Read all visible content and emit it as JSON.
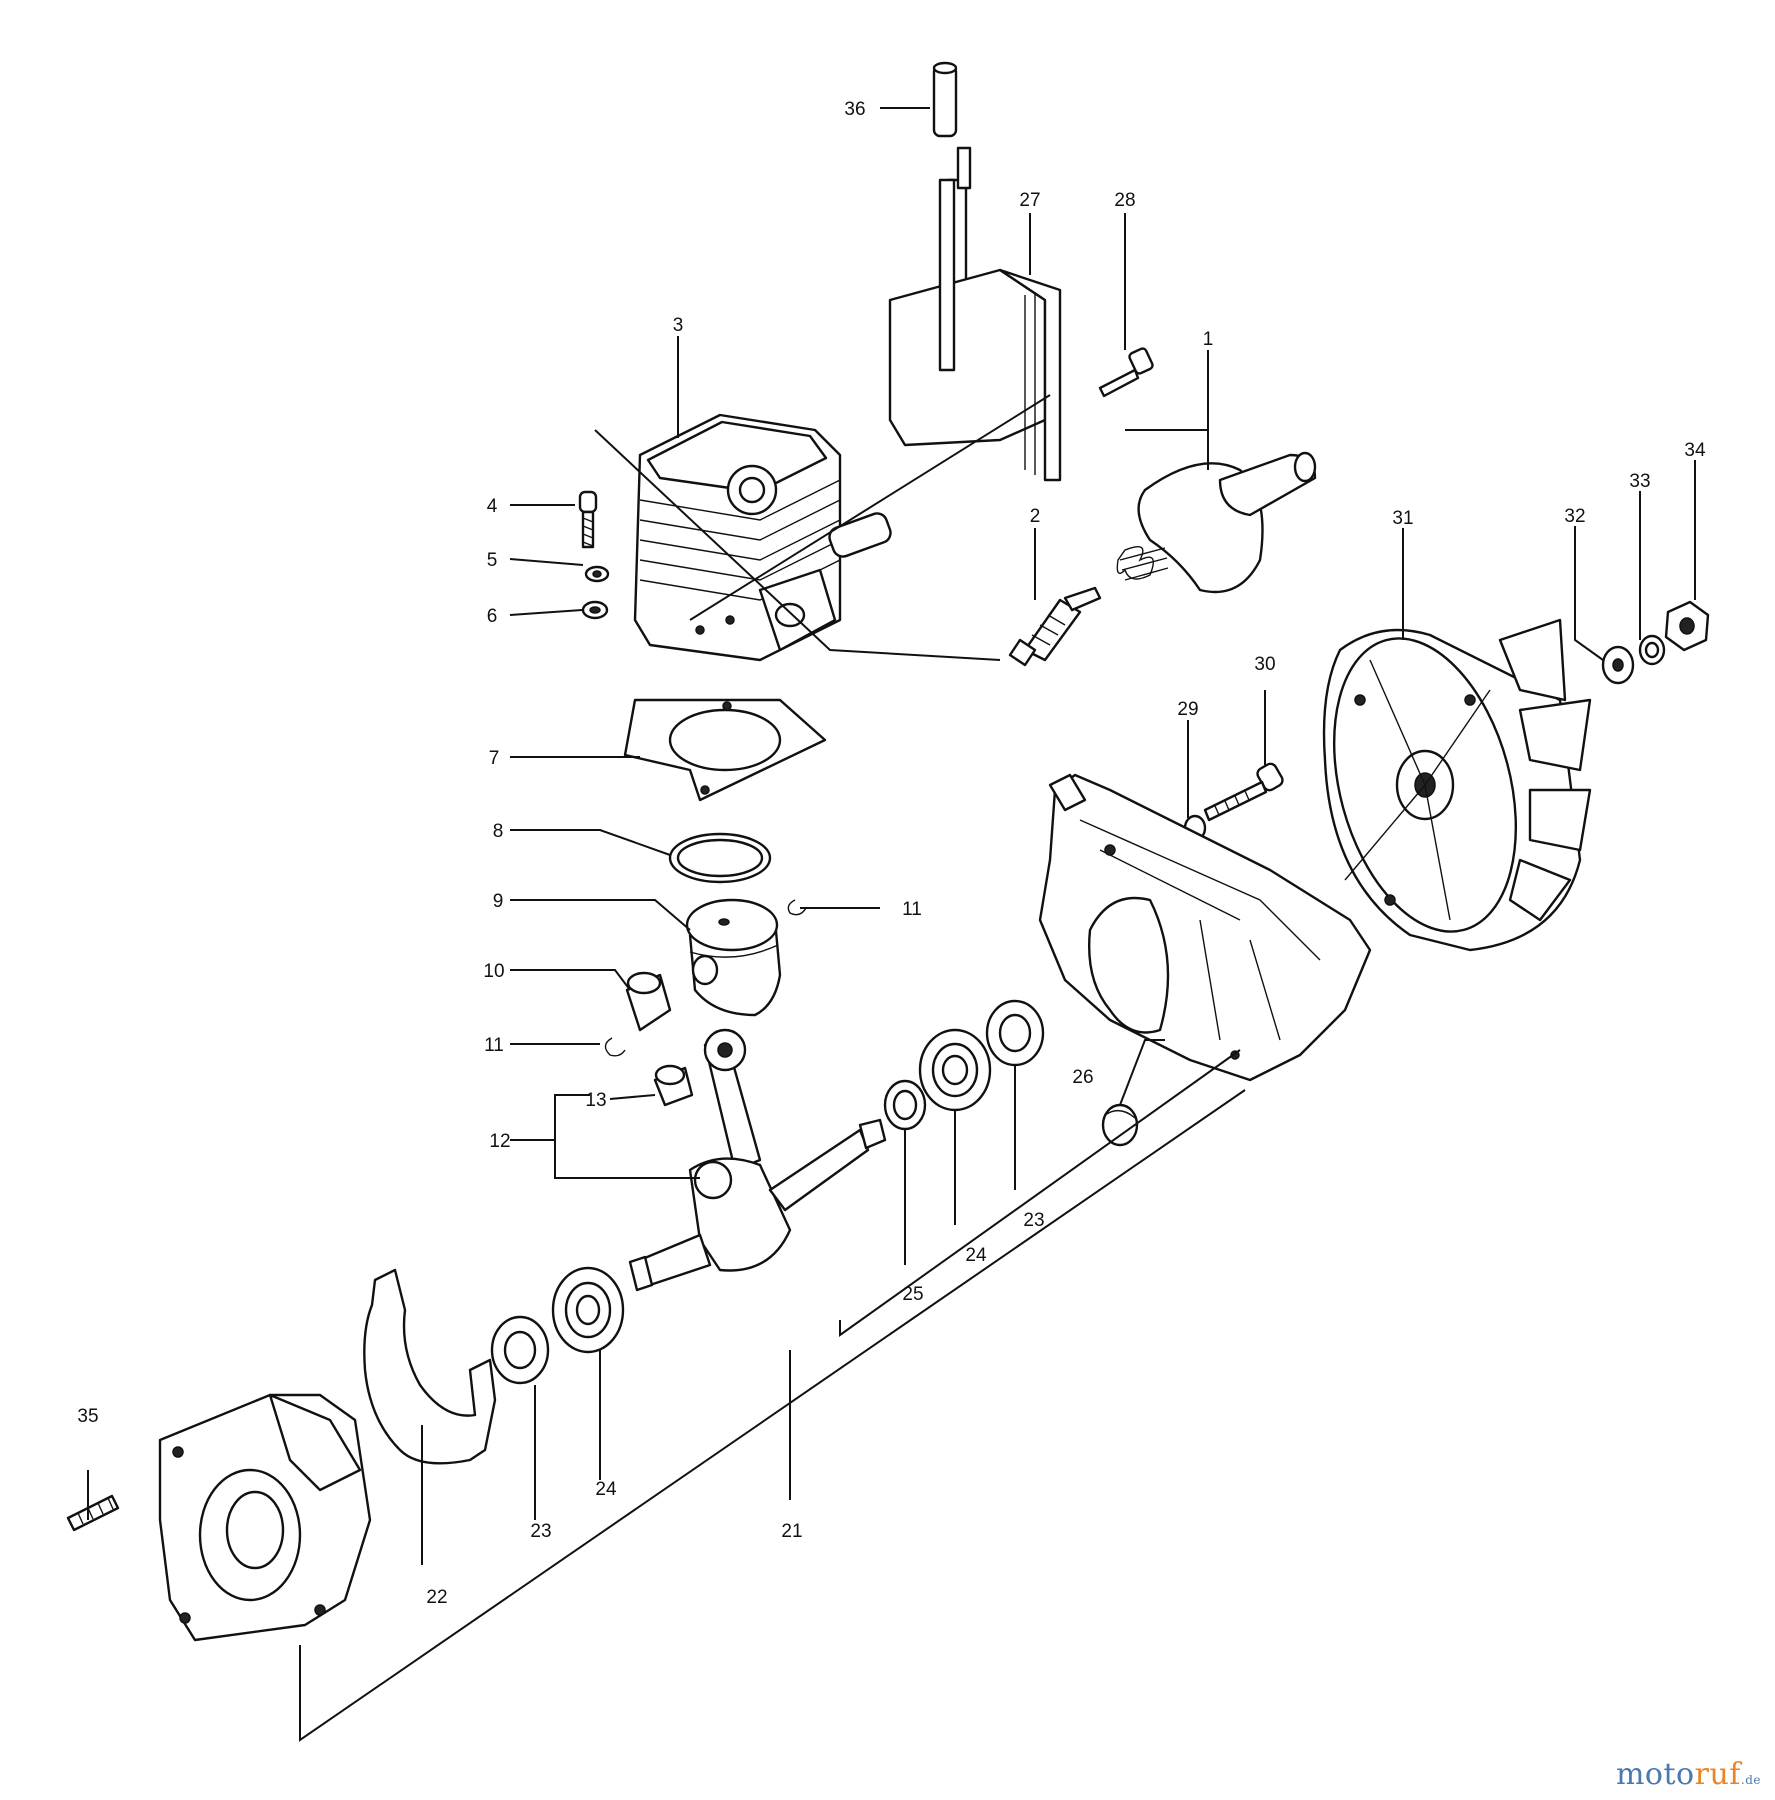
{
  "diagram": {
    "callouts": [
      {
        "id": "c36",
        "text": "36"
      },
      {
        "id": "c27",
        "text": "27"
      },
      {
        "id": "c28",
        "text": "28"
      },
      {
        "id": "c3",
        "text": "3"
      },
      {
        "id": "c1",
        "text": "1"
      },
      {
        "id": "c4",
        "text": "4"
      },
      {
        "id": "c5",
        "text": "5"
      },
      {
        "id": "c6",
        "text": "6"
      },
      {
        "id": "c2",
        "text": "2"
      },
      {
        "id": "c34",
        "text": "34"
      },
      {
        "id": "c33",
        "text": "33"
      },
      {
        "id": "c32",
        "text": "32"
      },
      {
        "id": "c31",
        "text": "31"
      },
      {
        "id": "c30",
        "text": "30"
      },
      {
        "id": "c29",
        "text": "29"
      },
      {
        "id": "c7",
        "text": "7"
      },
      {
        "id": "c8",
        "text": "8"
      },
      {
        "id": "c9",
        "text": "9"
      },
      {
        "id": "c11a",
        "text": "11"
      },
      {
        "id": "c10",
        "text": "10"
      },
      {
        "id": "c11b",
        "text": "11"
      },
      {
        "id": "c13",
        "text": "13"
      },
      {
        "id": "c12",
        "text": "12"
      },
      {
        "id": "c26",
        "text": "26"
      },
      {
        "id": "c25",
        "text": "25"
      },
      {
        "id": "c24a",
        "text": "24"
      },
      {
        "id": "c23a",
        "text": "23"
      },
      {
        "id": "c35",
        "text": "35"
      },
      {
        "id": "c24b",
        "text": "24"
      },
      {
        "id": "c23b",
        "text": "23"
      },
      {
        "id": "c21",
        "text": "21"
      },
      {
        "id": "c22",
        "text": "22"
      }
    ]
  },
  "watermark": {
    "part1": "moto",
    "part2": "ruf",
    "part3": ".de"
  }
}
